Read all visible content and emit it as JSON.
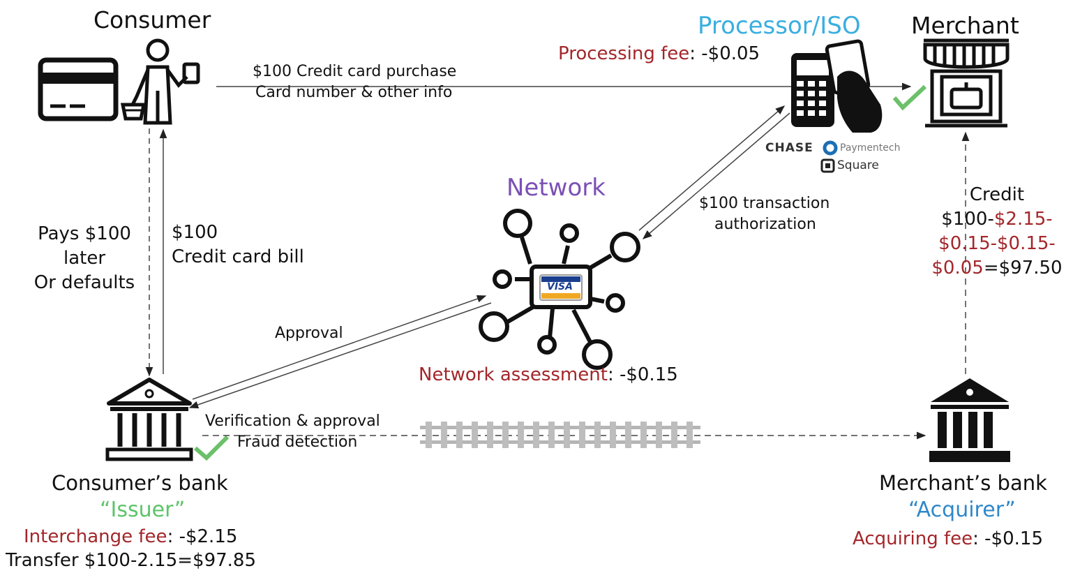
{
  "consumer": {
    "title": "Consumer"
  },
  "processor": {
    "title": "Processor/ISO",
    "fee_label": "Processing fee",
    "fee_value": ": -$0.05",
    "brand_chase": "CHASE",
    "brand_paymentech": "Paymentech",
    "brand_square": "Square"
  },
  "merchant": {
    "title": "Merchant"
  },
  "network": {
    "title": "Network",
    "fee_label": "Network assessment",
    "fee_value": ": -$0.15",
    "card_brand": "VISA"
  },
  "flows": {
    "purchase_line1": "$100 Credit card purchase",
    "purchase_line2": "Card number & other info",
    "auth_line1": "$100 transaction",
    "auth_line2": "authorization",
    "approval": "Approval",
    "pays_line1": "Pays $100",
    "pays_line2": "later",
    "pays_line3": "Or defaults",
    "bill_line1": "$100",
    "bill_line2": "Credit card bill",
    "verify_line1": "Verification & approval",
    "verify_line2": "Fraud detection"
  },
  "credit": {
    "title": "Credit",
    "l1_black": "$100-",
    "l1_red": "$2.15-",
    "l2_red": "$0.15-$0.15-",
    "l3_red": "$0.05",
    "l3_black": "=$97.50"
  },
  "consumer_bank": {
    "title": "Consumer’s bank",
    "role": "“Issuer”",
    "fee_label": "Interchange fee",
    "fee_value": ": -$2.15",
    "transfer": "Transfer $100-2.15=$97.85"
  },
  "merchant_bank": {
    "title": "Merchant’s bank",
    "role": "“Acquirer”",
    "fee_label": "Acquiring fee",
    "fee_value": ": -$0.15"
  },
  "colors": {
    "fee_red": "#a3262a",
    "processor_blue": "#3aaee0",
    "network_purple": "#7b4fb5",
    "issuer_green": "#5cc46a",
    "acquirer_blue": "#2f88c9"
  }
}
